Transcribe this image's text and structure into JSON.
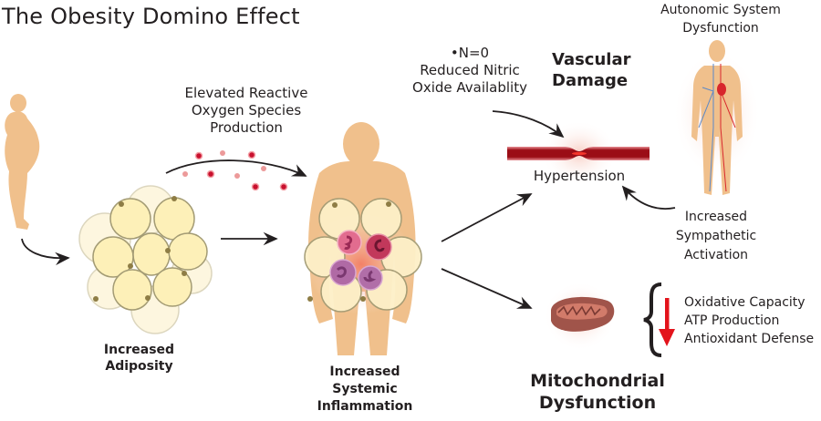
{
  "title": "The Obesity Domino Effect",
  "ros": {
    "lines": [
      "Elevated Reactive",
      "Oxygen Species",
      "Production"
    ]
  },
  "no": {
    "formula": "•N=0",
    "lines": [
      "Reduced Nitric",
      "Oxide Availablity"
    ]
  },
  "vascular": {
    "lines": [
      "Vascular",
      "Damage"
    ]
  },
  "autonomic": {
    "lines": [
      "Autonomic System",
      "Dysfunction"
    ]
  },
  "hypertension": "Hypertension",
  "sympathetic": {
    "lines": [
      "Increased",
      "Sympathetic",
      "Activation"
    ]
  },
  "adiposity": {
    "lines": [
      "Increased",
      "Adiposity"
    ]
  },
  "inflammation": {
    "lines": [
      "Increased",
      "Systemic",
      "Inflammation"
    ]
  },
  "mito": {
    "lines": [
      "Mitochondrial",
      "Dysfunction"
    ],
    "effects": [
      "Oxidative Capacity",
      "ATP Production",
      "Antioxidant Defense"
    ],
    "direction": "decrease"
  },
  "colors": {
    "skin": "#f0c08c",
    "fat_cell": "#fdf0b8",
    "fat_outline": "#a39b74",
    "vessel": "#9b0d16",
    "arrow_red": "#e3131b",
    "mito": "#a0544a",
    "ros_dark": "#c8102e",
    "ros_light": "#ec9a9a"
  }
}
